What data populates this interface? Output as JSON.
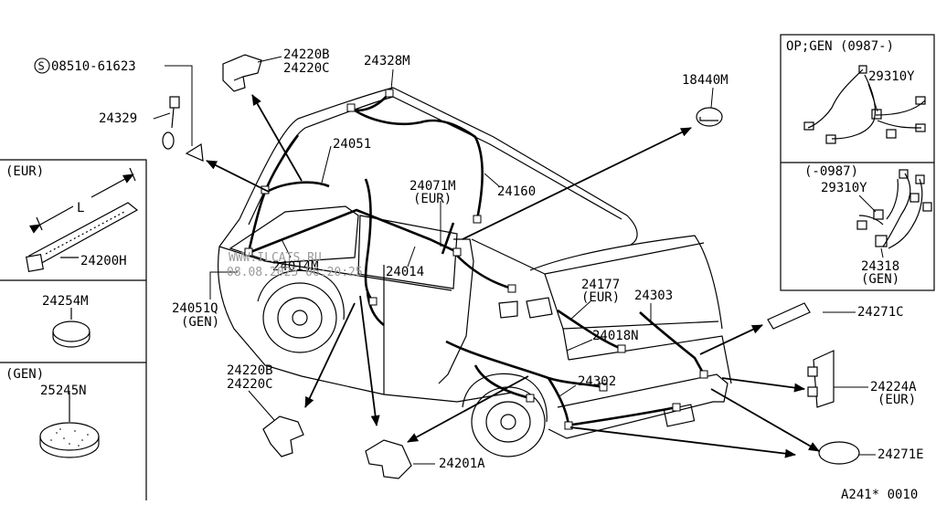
{
  "labels": {
    "p08510": "08510-61623",
    "p24220b_top": "24220B",
    "p24220c_top": "24220C",
    "p24328m": "24328M",
    "p18440m": "18440M",
    "p24329": "24329",
    "p24051": "24051",
    "p24071m": "24071M",
    "p24071m_eur": "(EUR)",
    "p24160": "24160",
    "p24014m": "24014M",
    "p24014": "24014",
    "p24051q": "24051Q",
    "p24051q_gen": "(GEN)",
    "p24177": "24177",
    "p24177_eur": "(EUR)",
    "p24303": "24303",
    "p24018n": "24018N",
    "p24302": "24302",
    "p24220b_bot": "24220B",
    "p24220c_bot": "24220C",
    "p24201a": "24201A",
    "p24271c": "24271C",
    "p24224a": "24224A",
    "p24224a_eur": "(EUR)",
    "p24271e": "24271E"
  },
  "left_panel": {
    "eur_header": "(EUR)",
    "dim_l": "L",
    "p24200h": "24200H",
    "p24254m": "24254M",
    "gen_header": "(GEN)",
    "p25245n": "25245N"
  },
  "right_panel": {
    "top_header": "OP;GEN  (0987-)",
    "p29310y_a": "29310Y",
    "bottom_header": "(-0987)",
    "p29310y_b": "29310Y",
    "p24318": "24318",
    "p24318_gen": "(GEN)"
  },
  "watermark": {
    "line1": "WWW.ILCATS.RU",
    "line2": "08.08.2025 06:20:25"
  },
  "footer": {
    "code": "A241* 0010"
  },
  "symbols": {
    "screw_prefix": "S"
  }
}
